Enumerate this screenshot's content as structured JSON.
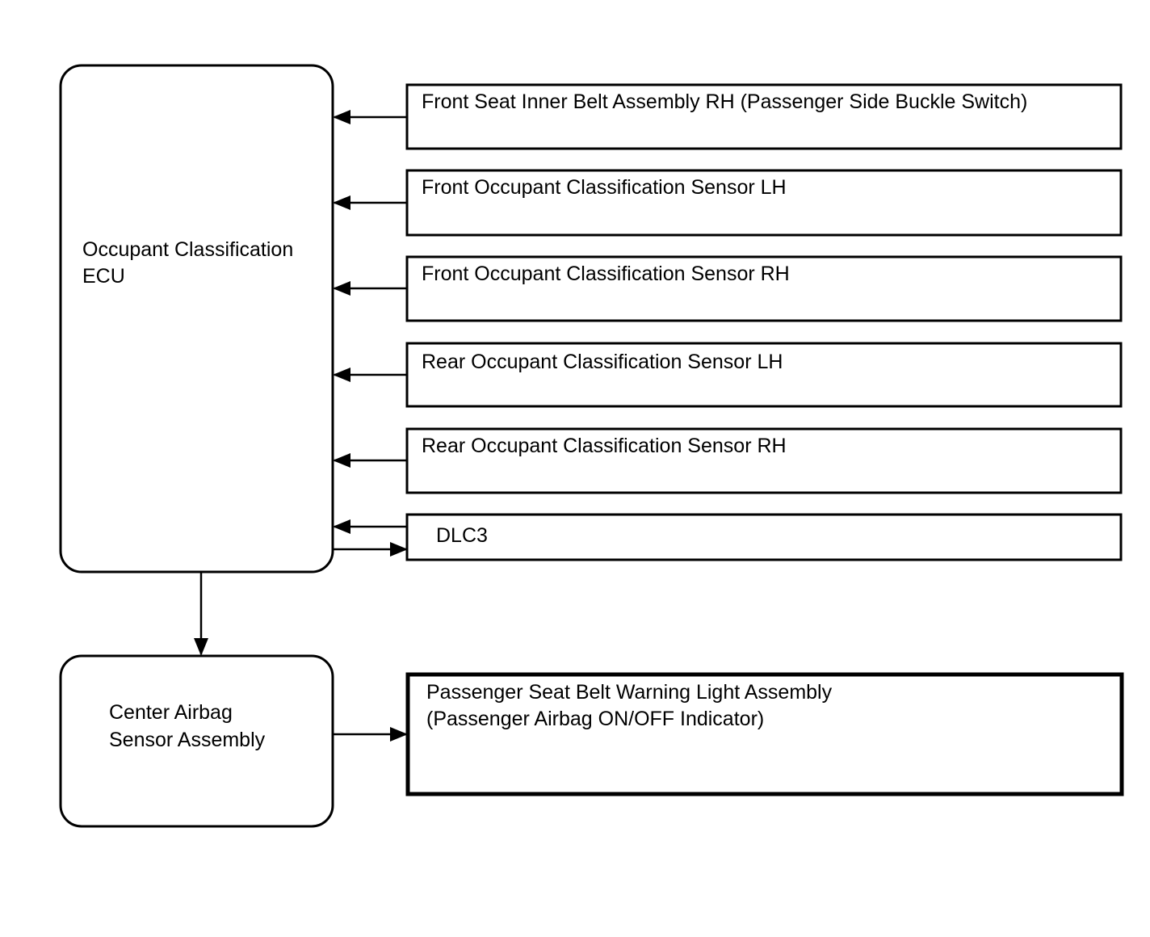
{
  "diagram": {
    "ecu": {
      "lines": [
        "Occupant Classification",
        "ECU"
      ]
    },
    "inputs": [
      {
        "label": "Front Seat Inner Belt Assembly RH (Passenger Side Buckle Switch)"
      },
      {
        "label": "Front Occupant Classification Sensor LH"
      },
      {
        "label": "Front Occupant Classification Sensor RH"
      },
      {
        "label": "Rear Occupant Classification Sensor LH"
      },
      {
        "label": "Rear Occupant Classification Sensor RH"
      }
    ],
    "dlc": {
      "label": "DLC3"
    },
    "airbag_sensor": {
      "lines": [
        "Center Airbag",
        "Sensor Assembly"
      ]
    },
    "warning_light": {
      "lines": [
        "Passenger Seat Belt Warning Light Assembly",
        "(Passenger Airbag ON/OFF Indicator)"
      ]
    }
  }
}
